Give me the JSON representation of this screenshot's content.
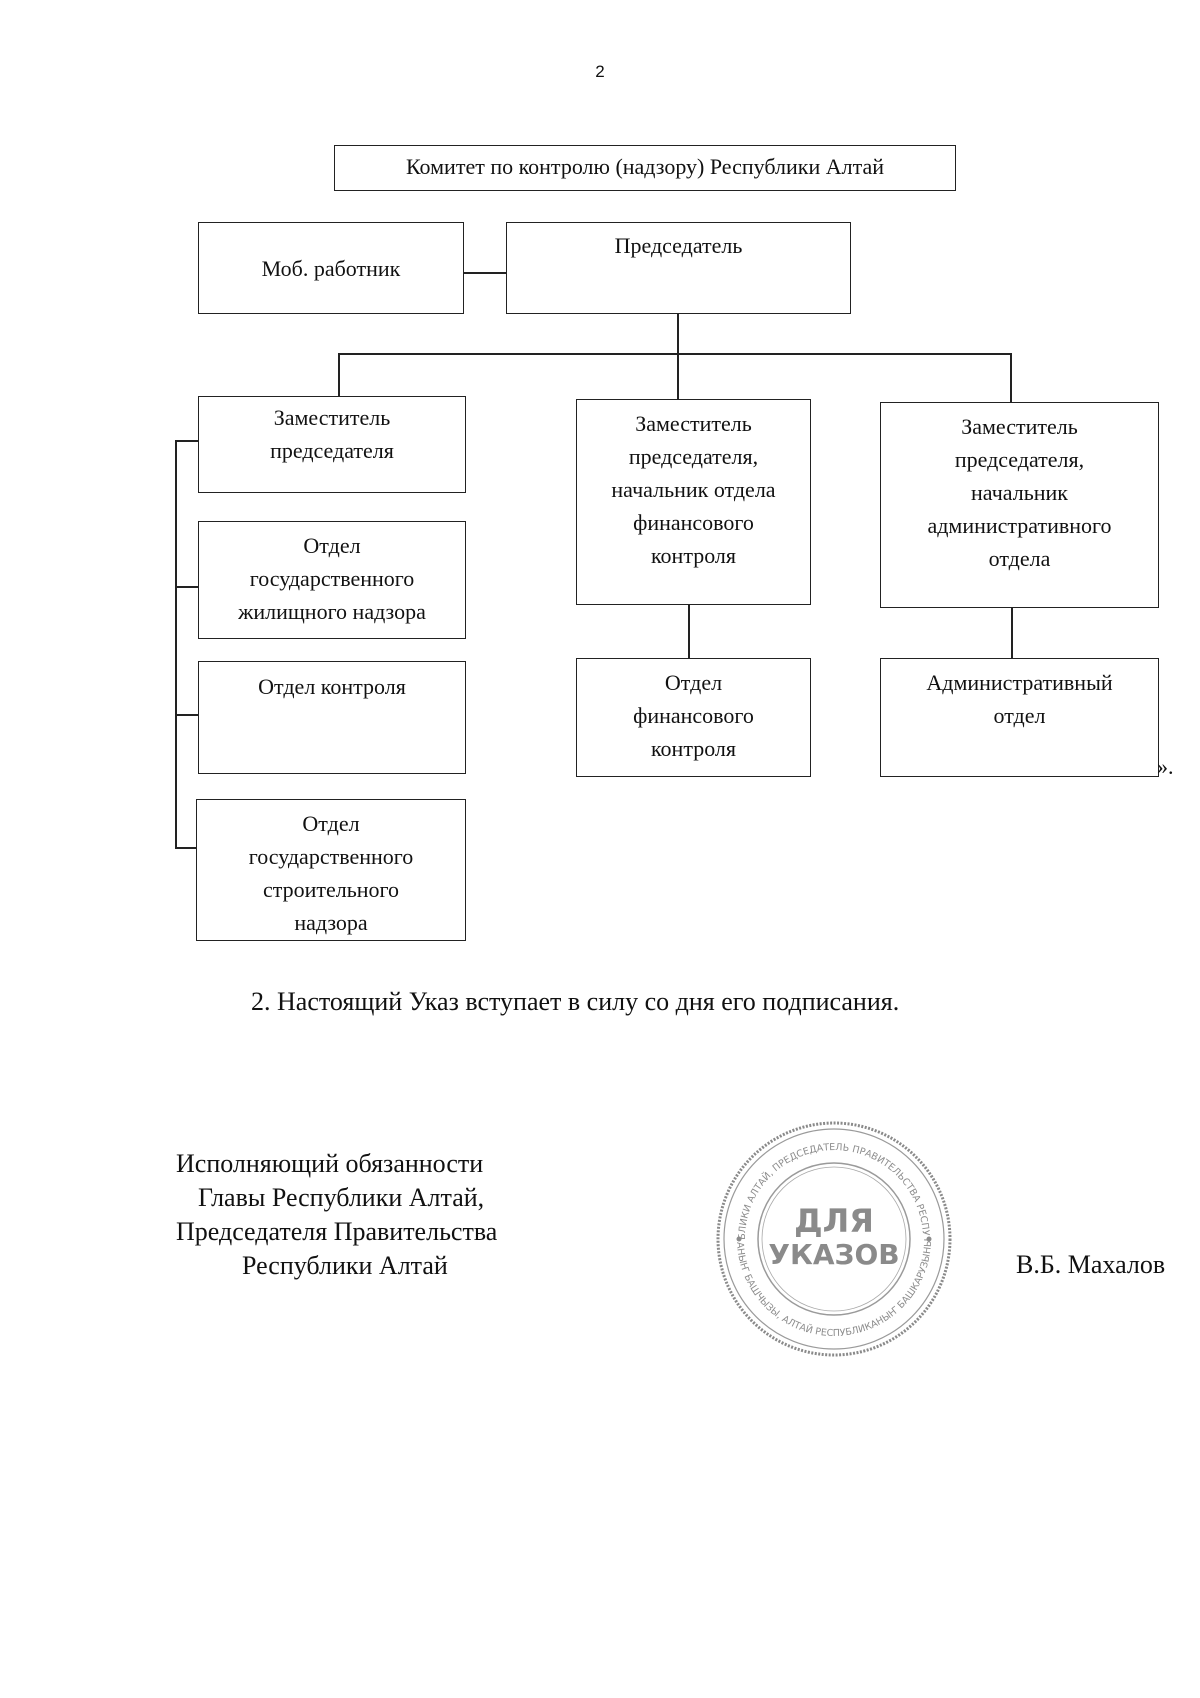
{
  "page_number": "2",
  "org_chart": {
    "title": "Комитет по контролю (надзору) Республики Алтай",
    "chairman": "Председатель",
    "mob_worker": "Моб. работник",
    "deputy_1": [
      "Заместитель",
      "председателя"
    ],
    "dept_housing": [
      "Отдел",
      "государственного",
      "жилищного надзора"
    ],
    "dept_control": [
      "Отдел контроля"
    ],
    "dept_construction": [
      "Отдел",
      "государственного",
      "строительного",
      "надзора"
    ],
    "deputy_2": [
      "Заместитель",
      "председателя,",
      "начальник отдела",
      "финансового",
      "контроля"
    ],
    "dept_finance": [
      "Отдел",
      "финансового",
      "контроля"
    ],
    "deputy_3": [
      "Заместитель",
      "председателя,",
      "начальник",
      "административного",
      "отдела"
    ],
    "dept_admin": [
      "Административный",
      "отдел"
    ],
    "closing_quote": "»."
  },
  "paragraph_2": "2. Настоящий Указ вступает в силу со дня его подписания.",
  "signature": {
    "position_lines": [
      "Исполняющий обязанности",
      "Главы Республики Алтай,",
      "Председателя Правительства",
      "Республики Алтай"
    ],
    "name": "В.Б. Махалов"
  },
  "stamp": {
    "center_line_1": "ДЛЯ",
    "center_line_2": "УКАЗОВ",
    "ring_top": "ГЛАВА РЕСПУБЛИКИ АЛТАЙ, ПРЕДСЕДАТЕЛЬ ПРАВИТЕЛЬСТВА РЕСПУБЛИКИ АЛТАЙ",
    "ring_bottom": "АЛТАЙ РЕСПУБЛИКАНЫҤ БАШЧЫЗЫ, АЛТАЙ РЕСПУБЛИКАНЫҤ БАШКАРУЗЫНЫҤ ПРЕДСЕДАТЕЛИ"
  }
}
